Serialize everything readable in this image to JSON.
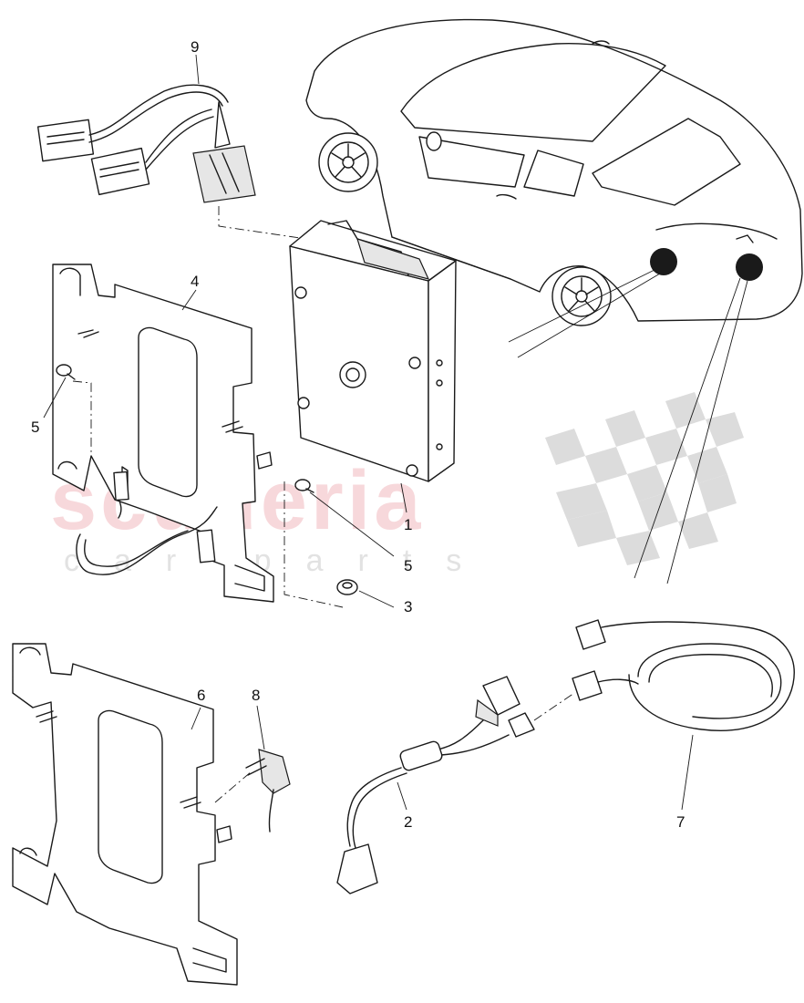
{
  "watermark": {
    "brand": "scuderia",
    "sub": "car parts",
    "brand_color": "#f2b9be"
  },
  "callouts": [
    {
      "id": "9",
      "label": "9"
    },
    {
      "id": "4",
      "label": "4"
    },
    {
      "id": "5a",
      "label": "5"
    },
    {
      "id": "1",
      "label": "1"
    },
    {
      "id": "5b",
      "label": "5"
    },
    {
      "id": "3",
      "label": "3"
    },
    {
      "id": "6",
      "label": "6"
    },
    {
      "id": "8",
      "label": "8"
    },
    {
      "id": "2",
      "label": "2"
    },
    {
      "id": "7",
      "label": "7"
    }
  ],
  "parts": [
    {
      "number": "1",
      "name": "control-unit"
    },
    {
      "number": "2",
      "name": "adapter-cable"
    },
    {
      "number": "3",
      "name": "nut"
    },
    {
      "number": "4",
      "name": "mounting-bracket"
    },
    {
      "number": "5",
      "name": "screw"
    },
    {
      "number": "6",
      "name": "mounting-bracket"
    },
    {
      "number": "7",
      "name": "cable"
    },
    {
      "number": "8",
      "name": "cable-connector"
    },
    {
      "number": "9",
      "name": "wiring-harness"
    }
  ]
}
